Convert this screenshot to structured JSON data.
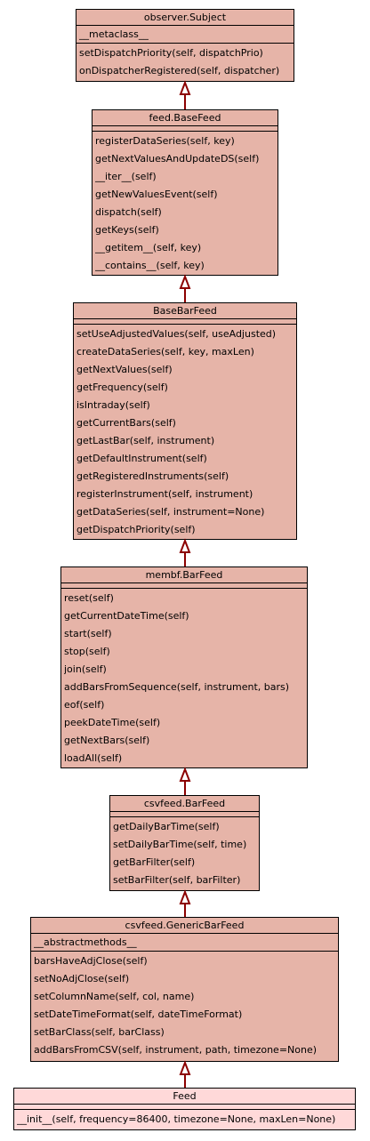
{
  "classes": [
    {
      "name": "observer.Subject",
      "attributes": [
        "__metaclass__"
      ],
      "methods": [
        "setDispatchPriority(self, dispatchPrio)",
        "onDispatcherRegistered(self, dispatcher)"
      ]
    },
    {
      "name": "feed.BaseFeed",
      "attributes": [],
      "methods": [
        "registerDataSeries(self, key)",
        "getNextValuesAndUpdateDS(self)",
        "__iter__(self)",
        "getNewValuesEvent(self)",
        "dispatch(self)",
        "getKeys(self)",
        "__getitem__(self, key)",
        "__contains__(self, key)"
      ]
    },
    {
      "name": "BaseBarFeed",
      "attributes": [],
      "methods": [
        "setUseAdjustedValues(self, useAdjusted)",
        "createDataSeries(self, key, maxLen)",
        "getNextValues(self)",
        "getFrequency(self)",
        "isIntraday(self)",
        "getCurrentBars(self)",
        "getLastBar(self, instrument)",
        "getDefaultInstrument(self)",
        "getRegisteredInstruments(self)",
        "registerInstrument(self, instrument)",
        "getDataSeries(self, instrument=None)",
        "getDispatchPriority(self)"
      ]
    },
    {
      "name": "membf.BarFeed",
      "attributes": [],
      "methods": [
        "reset(self)",
        "getCurrentDateTime(self)",
        "start(self)",
        "stop(self)",
        "join(self)",
        "addBarsFromSequence(self, instrument, bars)",
        "eof(self)",
        "peekDateTime(self)",
        "getNextBars(self)",
        "loadAll(self)"
      ]
    },
    {
      "name": "csvfeed.BarFeed",
      "attributes": [],
      "methods": [
        "getDailyBarTime(self)",
        "setDailyBarTime(self, time)",
        "getBarFilter(self)",
        "setBarFilter(self, barFilter)"
      ]
    },
    {
      "name": "csvfeed.GenericBarFeed",
      "attributes": [
        "__abstractmethods__"
      ],
      "methods": [
        "barsHaveAdjClose(self)",
        "setNoAdjClose(self)",
        "setColumnName(self, col, name)",
        "setDateTimeFormat(self, dateTimeFormat)",
        "setBarClass(self, barClass)",
        "addBarsFromCSV(self, instrument, path, timezone=None)"
      ]
    },
    {
      "name": "Feed",
      "attributes": [],
      "methods": [
        "__init__(self, frequency=86400, timezone=None, maxLen=None)"
      ]
    }
  ],
  "colors": {
    "box": "#e6b4a8",
    "highlight": "#ffd9d9",
    "arrow": "#8b0000"
  }
}
